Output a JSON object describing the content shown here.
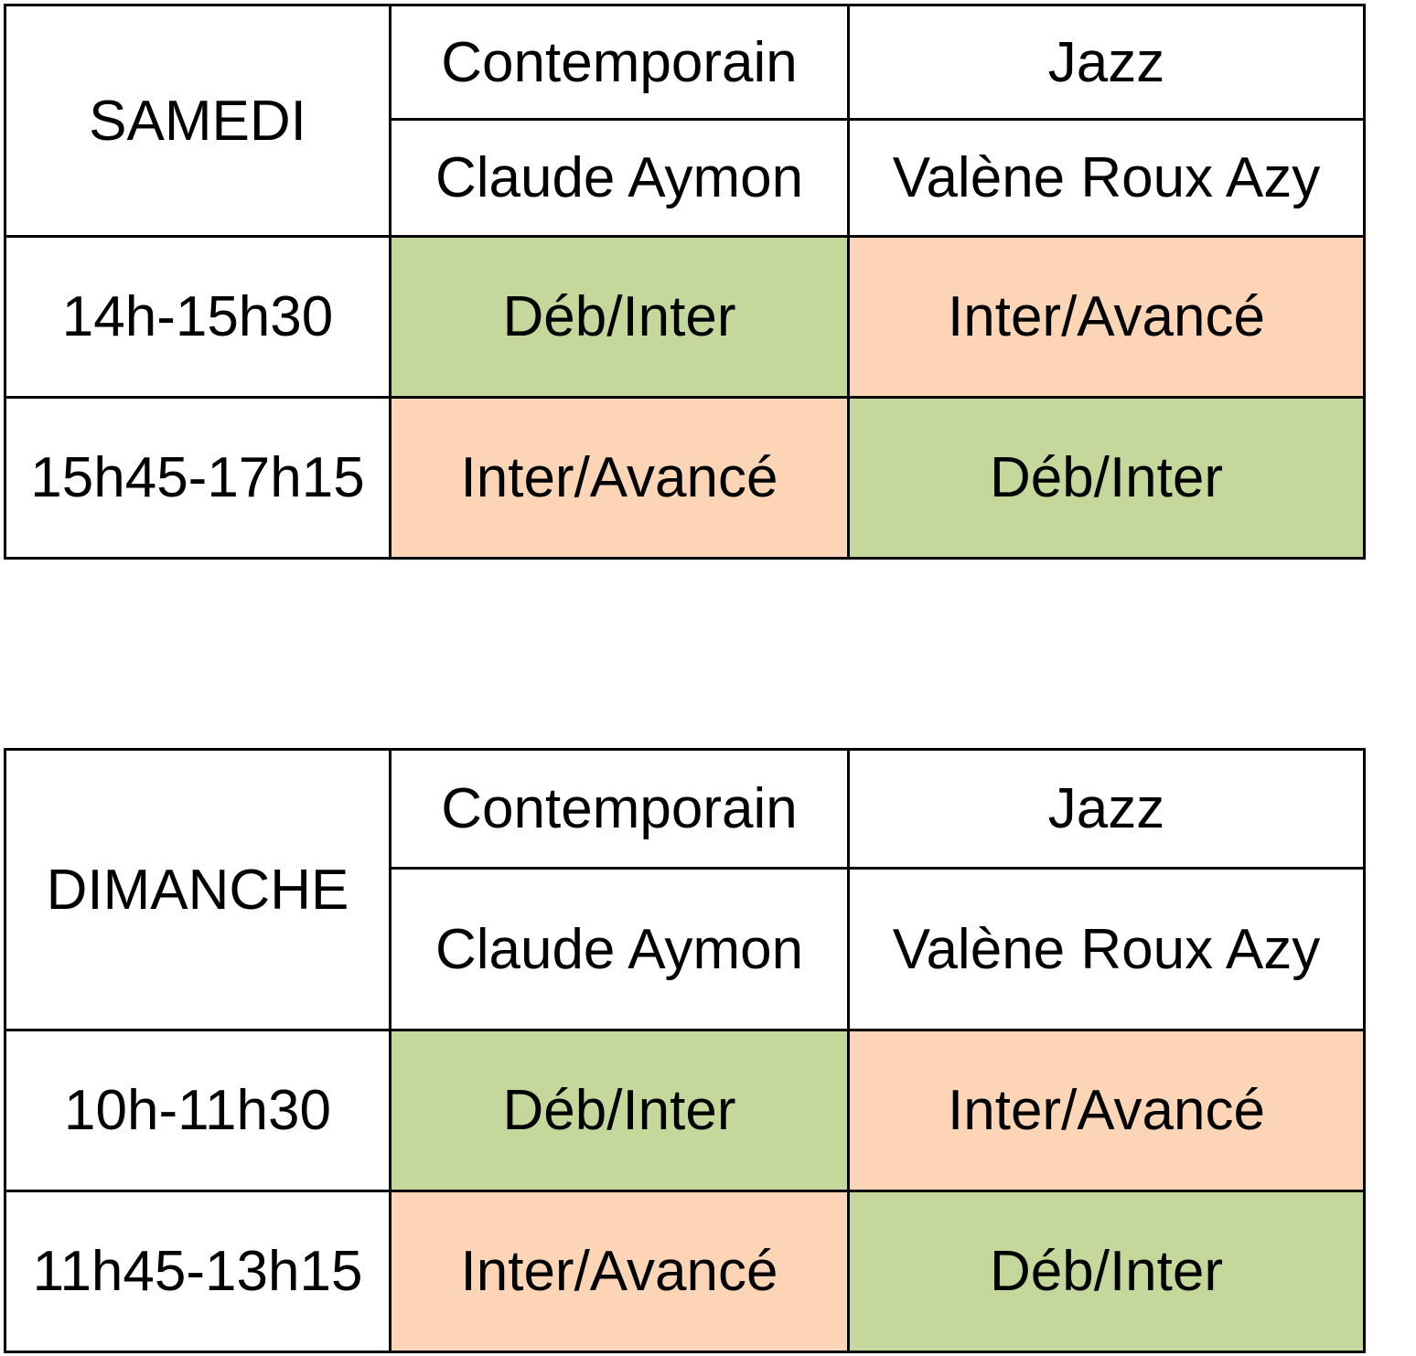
{
  "colors": {
    "deb_inter": "#c5d89c",
    "inter_avance": "#fbd5b5",
    "border": "#000000"
  },
  "styles": {
    "contemporain": "Contemporain",
    "jazz": "Jazz"
  },
  "teachers": {
    "contemporain": "Claude Aymon",
    "jazz": "Valène Roux Azy"
  },
  "levels": {
    "deb_inter": "Déb/Inter",
    "inter_avance": "Inter/Avancé"
  },
  "samedi": {
    "day": "SAMEDI",
    "slot1": {
      "time": "14h-15h30",
      "contemporain": "Déb/Inter",
      "jazz": "Inter/Avancé"
    },
    "slot2": {
      "time": "15h45-17h15",
      "contemporain": "Inter/Avancé",
      "jazz": "Déb/Inter"
    }
  },
  "dimanche": {
    "day": "DIMANCHE",
    "slot1": {
      "time": "10h-11h30",
      "contemporain": "Déb/Inter",
      "jazz": "Inter/Avancé"
    },
    "slot2": {
      "time": "11h45-13h15",
      "contemporain": "Inter/Avancé",
      "jazz": "Déb/Inter"
    }
  }
}
